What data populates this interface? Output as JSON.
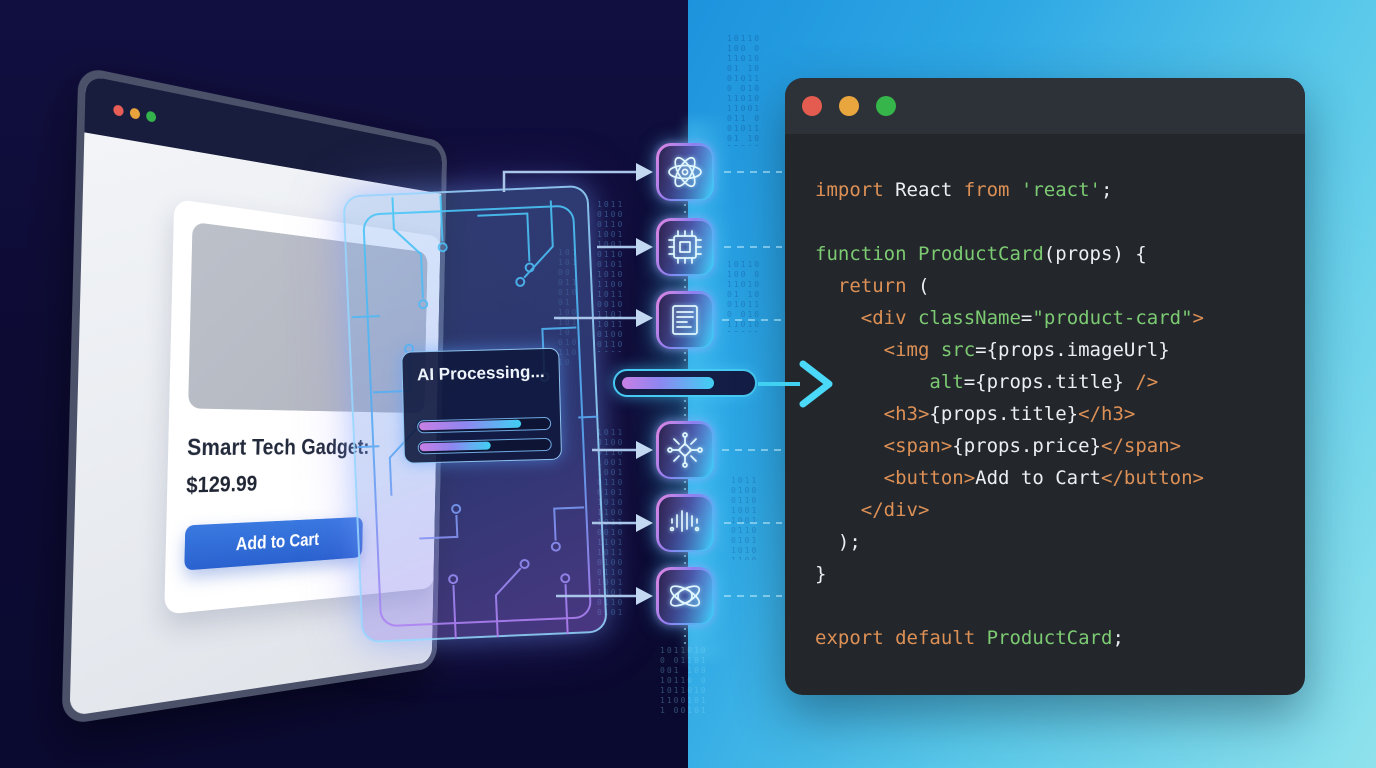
{
  "colors": {
    "code-orange": "#dd9055",
    "code-green": "#7cca72",
    "code-white": "#eceff1",
    "accent-cyan": "#3fd0f2",
    "accent-purple": "#c87fe4",
    "button-blue": "#2e6bd6",
    "bg-dark-navy": "#0d0b34",
    "bg-bright-blue": "#2ea7e4"
  },
  "left_panel": {
    "browser": {
      "traffic_lights": [
        "#e85d55",
        "#e8a33d",
        "#34b24c"
      ]
    },
    "product_card": {
      "title": "Smart Tech Gadget:",
      "price": "$129.99",
      "button_label": "Add to Cart"
    },
    "ai_overlay": {
      "title": "AI Processing...",
      "progress_bars": [
        {
          "percent": 77
        },
        {
          "percent": 54
        }
      ]
    }
  },
  "pipeline": {
    "icons": [
      {
        "name": "react-atom-icon"
      },
      {
        "name": "cpu-chip-icon"
      },
      {
        "name": "document-icon"
      },
      {
        "name": "neural-network-icon"
      },
      {
        "name": "waveform-icon"
      },
      {
        "name": "atom-icon"
      }
    ],
    "progress_pill": {
      "percent": 66
    }
  },
  "code_window": {
    "traffic_lights": [
      "#e45c50",
      "#e9a63e",
      "#35b54a"
    ],
    "code_lines": [
      [
        [
          "o",
          "import"
        ],
        [
          "w",
          " React "
        ],
        [
          "o",
          "from"
        ],
        [
          "g",
          " 'react'"
        ],
        [
          "w",
          ";"
        ]
      ],
      [],
      [
        [
          "g",
          "function ProductCard"
        ],
        [
          "w",
          "(props) {"
        ]
      ],
      [
        [
          "w",
          "  "
        ],
        [
          "o",
          "return"
        ],
        [
          "w",
          " ("
        ]
      ],
      [
        [
          "w",
          "    "
        ],
        [
          "o",
          "<div"
        ],
        [
          "g",
          " className"
        ],
        [
          "w",
          "="
        ],
        [
          "g",
          "\"product-card\""
        ],
        [
          "o",
          ">"
        ]
      ],
      [
        [
          "w",
          "      "
        ],
        [
          "o",
          "<img"
        ],
        [
          "g",
          " src"
        ],
        [
          "w",
          "={props.imageUrl}"
        ]
      ],
      [
        [
          "w",
          "          "
        ],
        [
          "g",
          "alt"
        ],
        [
          "w",
          "={props.title} "
        ],
        [
          "o",
          "/>"
        ]
      ],
      [
        [
          "w",
          "      "
        ],
        [
          "o",
          "<h3>"
        ],
        [
          "w",
          "{props.title}"
        ],
        [
          "o",
          "</h3>"
        ]
      ],
      [
        [
          "w",
          "      "
        ],
        [
          "o",
          "<span>"
        ],
        [
          "w",
          "{props.price}"
        ],
        [
          "o",
          "</span>"
        ]
      ],
      [
        [
          "w",
          "      "
        ],
        [
          "o",
          "<button>"
        ],
        [
          "w",
          "Add to Cart"
        ],
        [
          "o",
          "</button>"
        ]
      ],
      [
        [
          "w",
          "    "
        ],
        [
          "o",
          "</div>"
        ]
      ],
      [
        [
          "w",
          "  );"
        ]
      ],
      [
        [
          "w",
          "}"
        ]
      ],
      [],
      [
        [
          "o",
          "export default"
        ],
        [
          "g",
          " ProductCard"
        ],
        [
          "w",
          ";"
        ]
      ]
    ]
  },
  "decor": {
    "binary_stream": "10110100 01101001 10010110 01011010 11001011 00101101 "
  }
}
